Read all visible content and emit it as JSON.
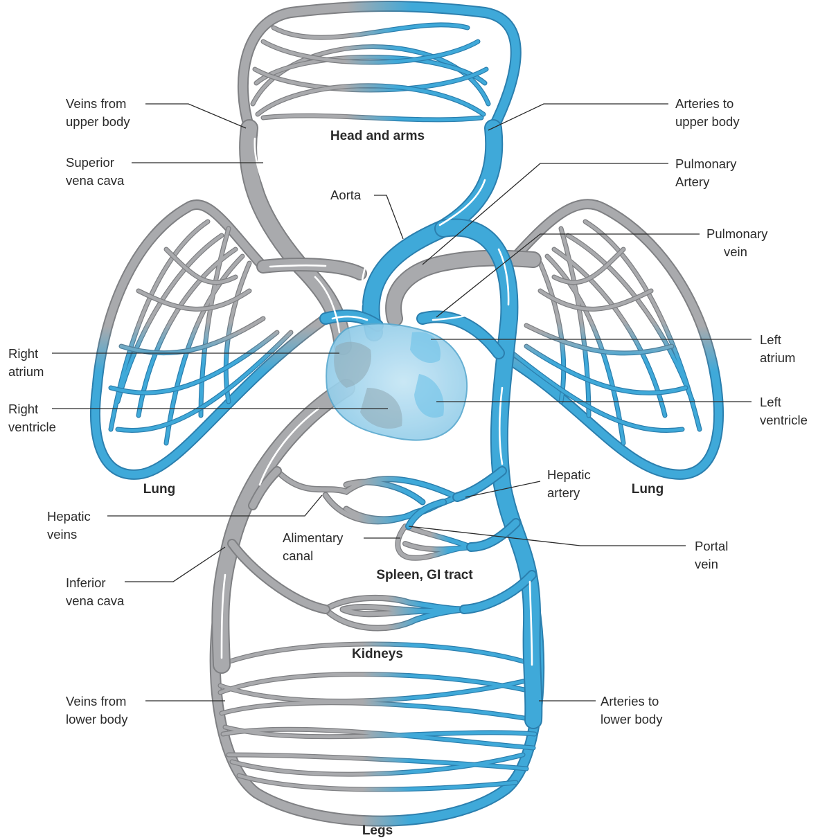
{
  "colors": {
    "deoxygenated_vessels": "#a9aaad",
    "oxygenated_vessels": "#3fa9d9",
    "heart_fill": "#a9d8ee",
    "flow_arrows": "#ffffff"
  },
  "regions": {
    "head_and_arms": "Head and arms",
    "lung_left": "Lung",
    "lung_right": "Lung",
    "spleen_gi": "Spleen, GI tract",
    "kidneys": "Kidneys",
    "legs": "Legs"
  },
  "labels": {
    "veins_upper": [
      "Veins from",
      "upper body"
    ],
    "sup_vena_cava": [
      "Superior",
      "vena cava"
    ],
    "aorta": "Aorta",
    "arteries_upper": [
      "Arteries to",
      "upper body"
    ],
    "pulmonary_artery": [
      "Pulmonary",
      "Artery"
    ],
    "pulmonary_vein": [
      "Pulmonary",
      "vein"
    ],
    "left_atrium": [
      "Left",
      "atrium"
    ],
    "left_ventricle": [
      "Left",
      "ventricle"
    ],
    "right_atrium": [
      "Right",
      "atrium"
    ],
    "right_ventricle": [
      "Right",
      "ventricle"
    ],
    "hepatic_artery": [
      "Hepatic",
      "artery"
    ],
    "hepatic_veins": [
      "Hepatic",
      "veins"
    ],
    "alimentary_canal": [
      "Alimentary",
      "canal"
    ],
    "portal_vein": [
      "Portal",
      "vein"
    ],
    "inf_vena_cava": [
      "Inferior",
      "vena cava"
    ],
    "veins_lower": [
      "Veins from",
      "lower body"
    ],
    "arteries_lower": [
      "Arteries to",
      "lower body"
    ]
  }
}
